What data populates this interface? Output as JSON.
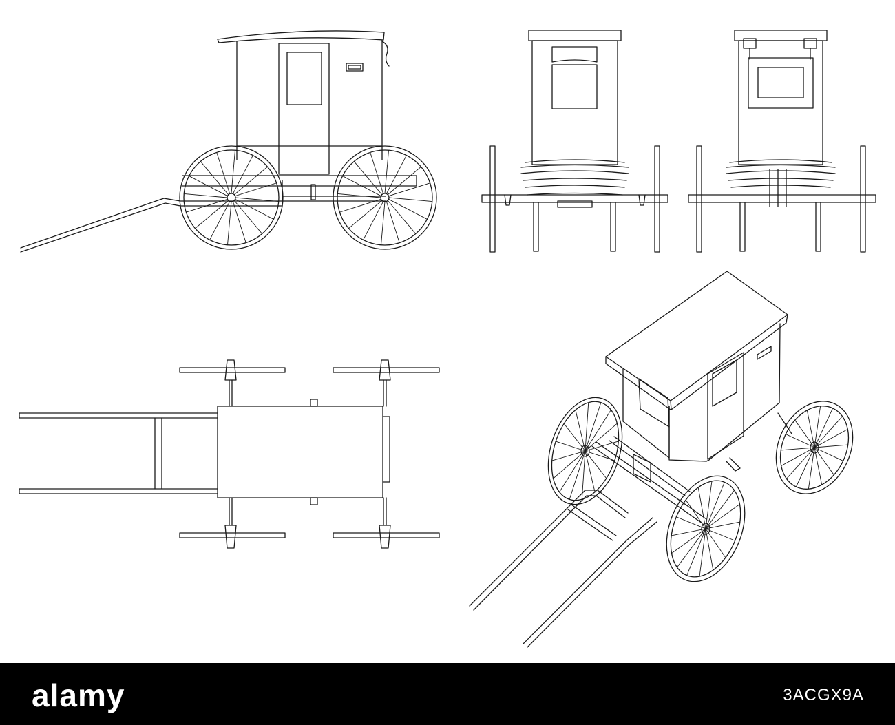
{
  "footer": {
    "logo_text": "alamy",
    "stock_id": "3ACGX9A"
  },
  "colors": {
    "footer_background": "#000000",
    "footer_text": "#ffffff",
    "line": "#1a1a1a",
    "background": "#ffffff"
  },
  "views": [
    {
      "name": "side-view"
    },
    {
      "name": "rear-view"
    },
    {
      "name": "front-view"
    },
    {
      "name": "top-view"
    },
    {
      "name": "isometric-view"
    }
  ]
}
